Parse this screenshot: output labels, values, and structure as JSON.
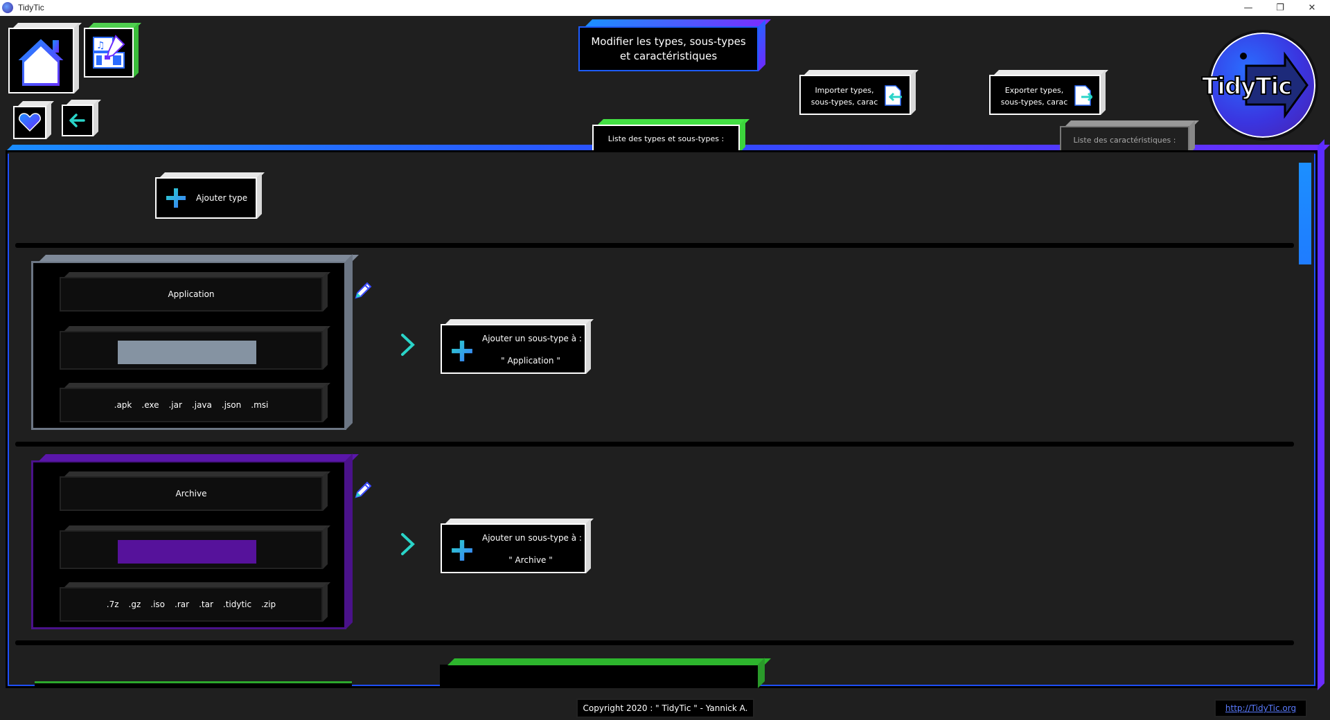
{
  "window": {
    "title": "TidyTic",
    "minimize_glyph": "—",
    "restore_glyph": "❐",
    "close_glyph": "✕"
  },
  "header": {
    "title_line1": "Modifier les types, sous-types",
    "title_line2": "et caractéristiques",
    "import_line1": "Importer types,",
    "import_line2": "sous-types, carac",
    "export_line1": "Exporter types,",
    "export_line2": "sous-types, carac",
    "logo_text": "TidyTic"
  },
  "tabs": {
    "types": "Liste des types et sous-types :",
    "carac": "Liste des caractéristiques :"
  },
  "main": {
    "add_type_label": "Ajouter type",
    "types": [
      {
        "name": "Application",
        "color": "#8593a2",
        "border_color": "#6c7684",
        "extensions": [
          ".apk",
          ".exe",
          ".jar",
          ".java",
          ".json",
          ".msi"
        ],
        "add_sub_line1": "Ajouter un sous-type à :",
        "add_sub_line2": "\" Application \""
      },
      {
        "name": "Archive",
        "color": "#56129b",
        "border_color": "#4a128a",
        "extensions": [
          ".7z",
          ".gz",
          ".iso",
          ".rar",
          ".tar",
          ".tidytic",
          ".zip"
        ],
        "add_sub_line1": "Ajouter un sous-type à :",
        "add_sub_line2": "\" Archive \""
      }
    ]
  },
  "footer": {
    "copyright": "Copyright 2020 : \" TidyTic \" - Yannick A.",
    "link": "http://TidyTic.org"
  },
  "colors": {
    "accent_blue": "#1c8fff",
    "accent_purple": "#6b2cff",
    "accent_green": "#3cd43c",
    "background": "#1f1f1f"
  }
}
